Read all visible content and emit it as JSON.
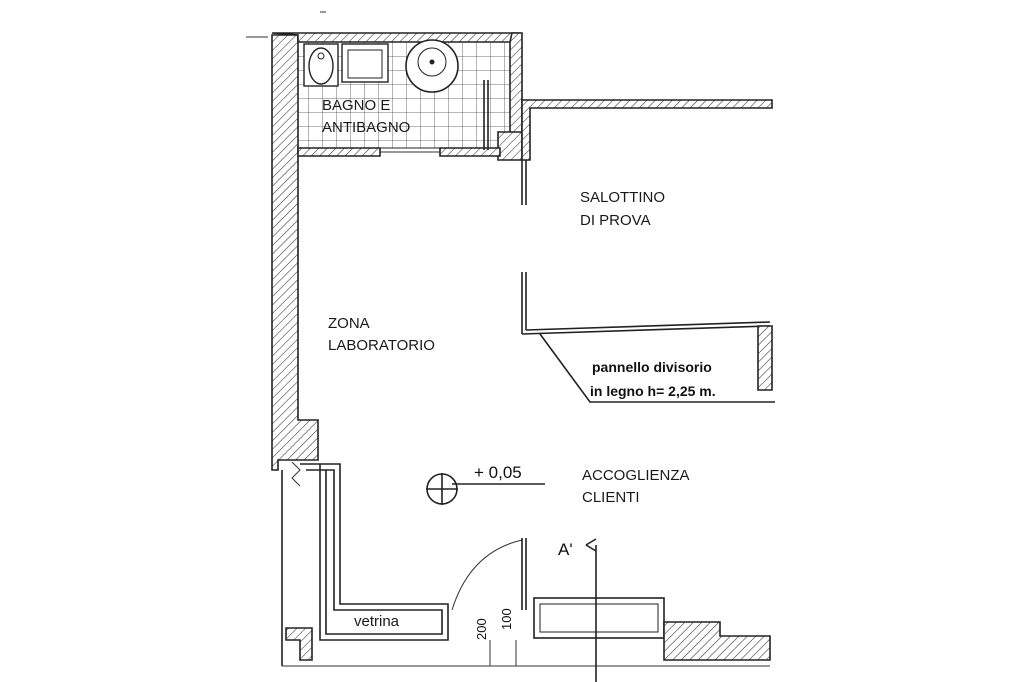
{
  "rooms": {
    "bathroom": [
      "BAGNO E",
      "ANTIBAGNO"
    ],
    "fitting_room": [
      "SALOTTINO",
      "DI PROVA"
    ],
    "workshop": [
      "ZONA",
      "LABORATORIO"
    ],
    "reception": [
      "ACCOGLIENZA",
      "CLIENTI"
    ]
  },
  "annotations": {
    "partition": [
      "pannello divisorio",
      "in legno h= 2,25 m."
    ],
    "floor_level": "+ 0,05",
    "section_marker": "A'",
    "showcase": "vetrina",
    "dim_200": "200",
    "dim_100": "100"
  },
  "colors": {
    "ink": "#222222",
    "paper": "#ffffff"
  }
}
